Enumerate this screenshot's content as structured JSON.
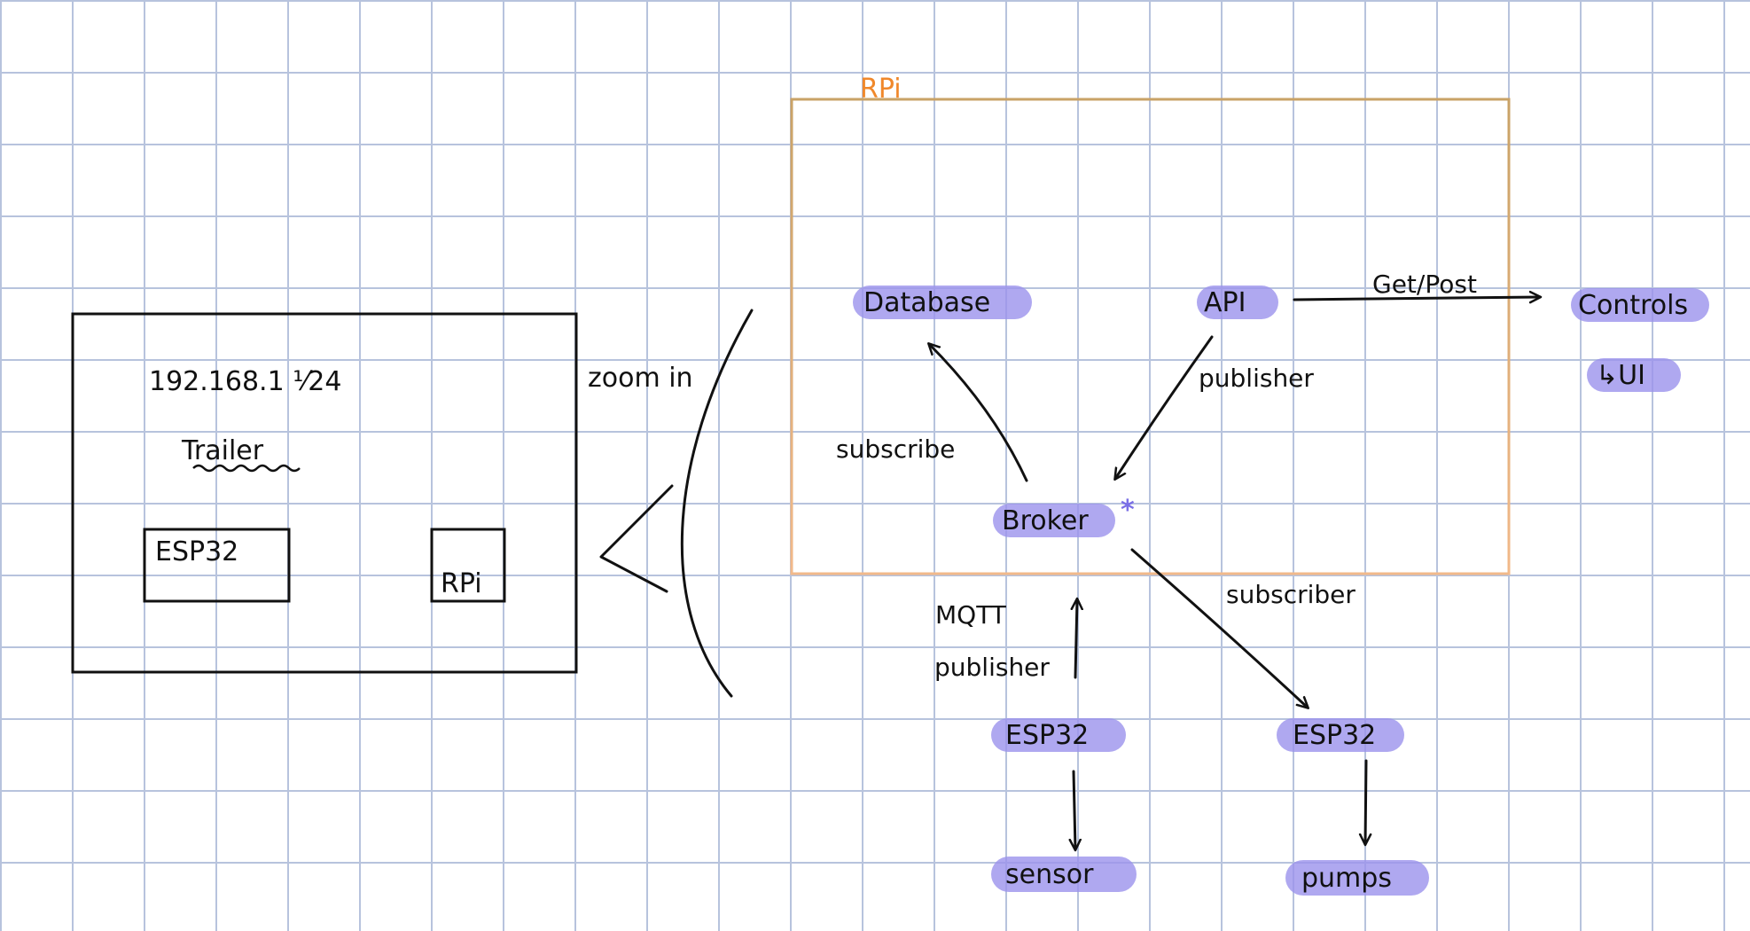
{
  "overview": {
    "subnet": "192.168.1 ⅟24",
    "title": "Trailer",
    "esp32": "ESP32",
    "rpi": "RPi"
  },
  "zoom_label": "zoom in",
  "rpi_box_label": "RPi",
  "nodes": {
    "database": "Database",
    "api": "API",
    "broker": "Broker",
    "controls": "Controls",
    "ui": "↳UI",
    "esp32_publisher": "ESP32",
    "esp32_subscriber": "ESP32",
    "sensor": "sensor",
    "pumps": "pumps"
  },
  "edges": {
    "get_post": "Get/Post",
    "publisher": "publisher",
    "subscribe": "subscribe",
    "mqtt": "MQTT",
    "mqtt_publisher": "publisher",
    "subscriber": "subscriber"
  },
  "broker_mark": "*",
  "colors": {
    "highlight": "#9b92ec",
    "rpi_box_top": "#c9a266",
    "rpi_box_bottom": "#f2b98a",
    "rpi_label": "#f0882b",
    "ink": "#111111"
  }
}
